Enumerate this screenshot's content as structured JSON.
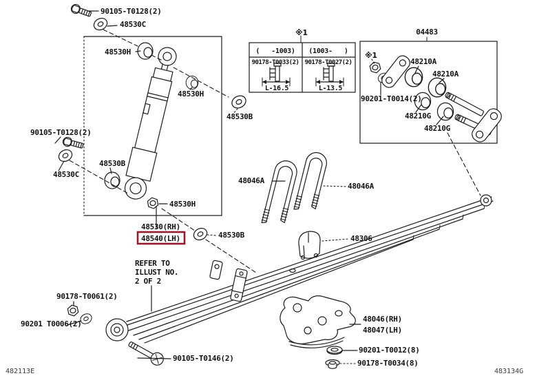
{
  "colors": {
    "line": "#1c1c1c",
    "text": "#111111",
    "highlight": "#951a2c",
    "background": "#ffffff"
  },
  "footer": {
    "left": "482113E",
    "right": "483134G"
  },
  "shock_area": {
    "bolt_upper": "90105-T0128(2)",
    "retainer_upper": "48530C",
    "cushion_upper_outer": "48530H",
    "cushion_upper_inner": "48530H",
    "washer_upper": "48530B",
    "bolt_lower": "90105-T0128(2)",
    "retainer_lower": "48530C",
    "cushion_lower_outer": "48530B",
    "cushion_lower_inner": "48530H",
    "washer_lower": "48530B",
    "shock_rh": "48530(RH)",
    "shock_lh": "48540(LH)"
  },
  "length_table": {
    "note": "※1",
    "columns": [
      {
        "range": "(   -1003)",
        "part": "90178-T0033(2)",
        "length": "L-16.5"
      },
      {
        "range": "(1003-   )",
        "part": "90178-T0027(2)",
        "length": "L-13.5"
      }
    ]
  },
  "shackle_area": {
    "assy": "04483",
    "note": "※1",
    "nut": "90201-T0014(2)",
    "bush_a1": "48210A",
    "bush_a2": "48210A",
    "bush_g1": "48210G",
    "bush_g2": "48210G"
  },
  "spring_area": {
    "ubolt_left": "48046A",
    "ubolt_right": "48046A",
    "bumper": "48306",
    "refer_line1": "REFER TO",
    "refer_line2": "ILLUST NO.",
    "refer_line3": "2 OF 2",
    "nut_front": "90178-T0061(2)",
    "washer_front": "90201 T0006(2)",
    "bolt_front": "90105-T0146(2)",
    "seat_rh": "48046(RH)",
    "seat_lh": "48047(LH)",
    "seat_washer": "90201-T0012(8)",
    "seat_nut": "90178-T0034(8)"
  }
}
